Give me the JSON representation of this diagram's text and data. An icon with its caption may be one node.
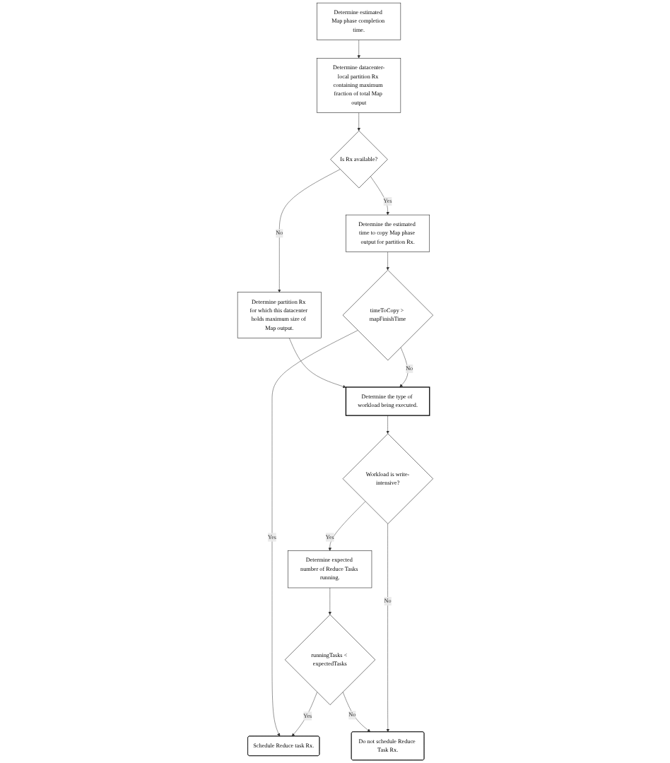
{
  "diagram": {
    "nodes": [
      {
        "text": [
          "Determine estimated Map phase completion time."
        ]
      },
      {
        "text": [
          "Determine datacenter-local partition Rx containing maximum fraction of total Map output"
        ]
      },
      {
        "text": [
          "Is Rx available?"
        ]
      },
      {
        "text": [
          "Determine partition Rx for which this datacenter holds maximum size of Map output."
        ]
      },
      {
        "text": [
          "Determine the estimated time to copy Map phase output for partition Rx."
        ]
      },
      {
        "text": [
          "timeToCopy > mapFinishTime"
        ]
      },
      {
        "text": [
          "Schedule Reduce task Rx."
        ]
      },
      {
        "text": [
          "Determine the type of workload being executed."
        ]
      },
      {
        "text": [
          "runningTasks < expectedTasks"
        ]
      },
      {
        "text": [
          "Determine expected number of Reduce Tasks running."
        ]
      },
      {
        "text": [
          "Workload is write-intensive?"
        ]
      },
      {
        "text": [
          "Do not schedule Reduce Task Rx."
        ]
      }
    ],
    "edges": [
      {
        "from": 0,
        "to": 1,
        "arrow": "to"
      },
      {
        "from": 1,
        "to": 2,
        "arrow": "to"
      },
      {
        "from": 2,
        "to": 3,
        "arrow": "to",
        "label": "No"
      },
      {
        "from": 2,
        "to": 4,
        "arrow": "to",
        "label": "Yes"
      },
      {
        "from": 3,
        "to": 7,
        "arrow": "to"
      },
      {
        "from": 4,
        "to": 5,
        "arrow": "to"
      },
      {
        "from": 5,
        "to": 6,
        "arrow": "to",
        "label": "Yes"
      },
      {
        "from": 5,
        "to": 7,
        "arrow": "to",
        "label": "No"
      },
      {
        "from": 7,
        "to": 10,
        "arrow": "to"
      },
      {
        "from": 10,
        "to": 9,
        "arrow": "to",
        "label": "Yes"
      },
      {
        "from": 9,
        "to": 8,
        "arrow": "to"
      },
      {
        "from": 8,
        "to": 6,
        "arrow": "to",
        "label": "Yes"
      },
      {
        "from": 8,
        "to": 11,
        "arrow": "to",
        "label": "No"
      },
      {
        "from": 10,
        "to": 11,
        "arrow": "to",
        "label": "No"
      }
    ]
  }
}
